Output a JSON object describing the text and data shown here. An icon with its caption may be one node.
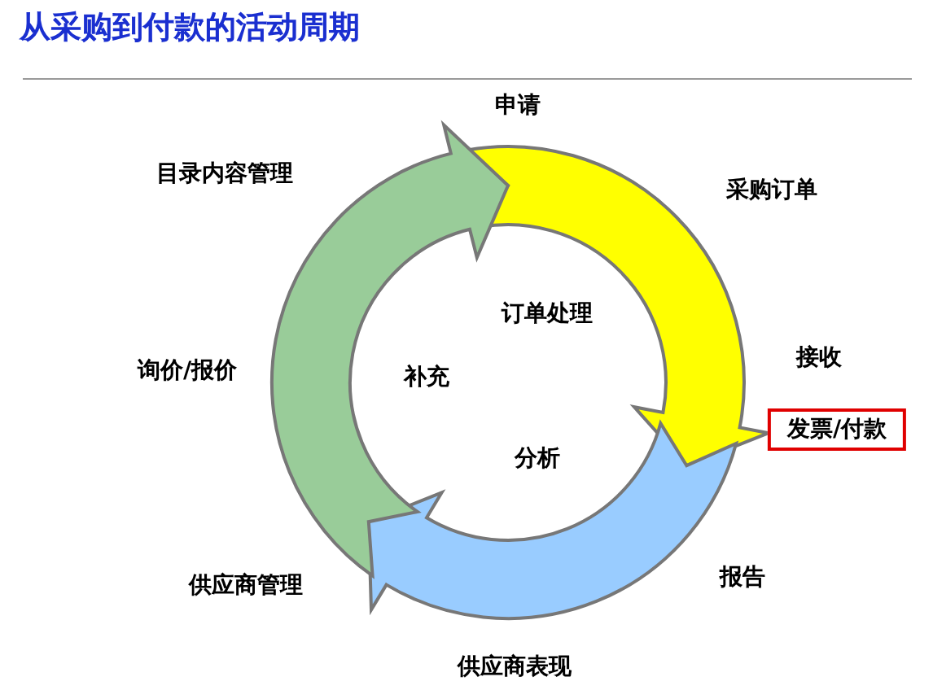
{
  "diagram": {
    "title": "从采购到付款的活动周期",
    "nodes": [
      {
        "text": [
          "订单处理"
        ]
      },
      {
        "text": [
          "分析"
        ]
      },
      {
        "text": [
          "补充"
        ]
      },
      {
        "text": [
          "发票/付款"
        ]
      }
    ],
    "edges": [],
    "labels": [
      "申请",
      "目录内容管理",
      "采购订单",
      "接收",
      "询价/报价",
      "报告",
      "供应商管理",
      "供应商表现"
    ]
  }
}
